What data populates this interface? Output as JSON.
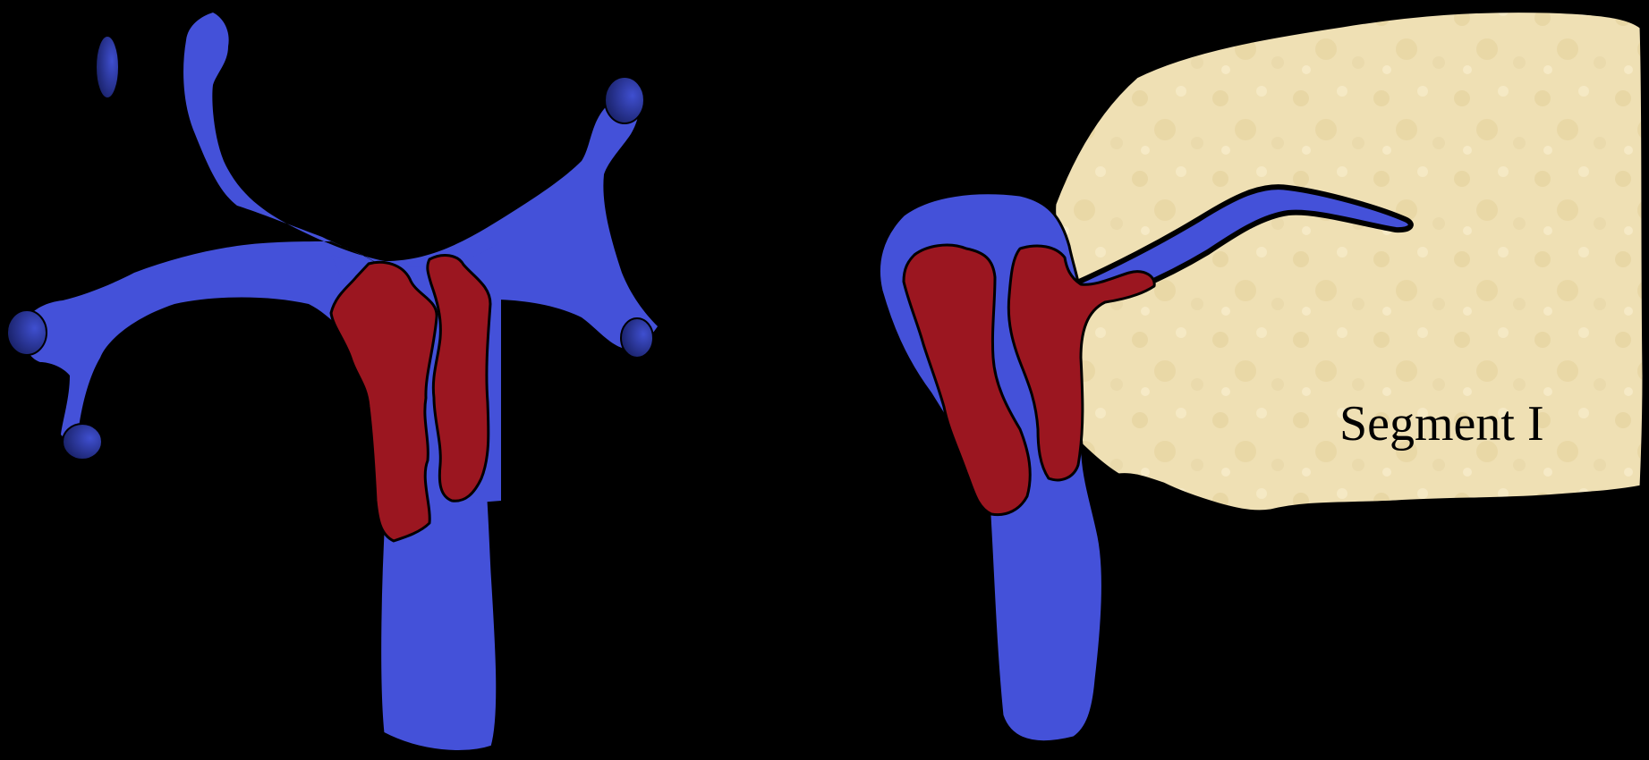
{
  "diagram": {
    "labels": {
      "segment": "Segment I"
    },
    "colors": {
      "background": "#000000",
      "vein": "#4451d9",
      "vein_stub_dark": "#1c2578",
      "thrombus": "#9b1620",
      "liver": "#efe0b4",
      "liver_texture": "#e3cf98",
      "outline": "#000000"
    },
    "figures": [
      {
        "name": "anterior-view",
        "caption": ""
      },
      {
        "name": "lateral-view",
        "caption": ""
      }
    ]
  }
}
